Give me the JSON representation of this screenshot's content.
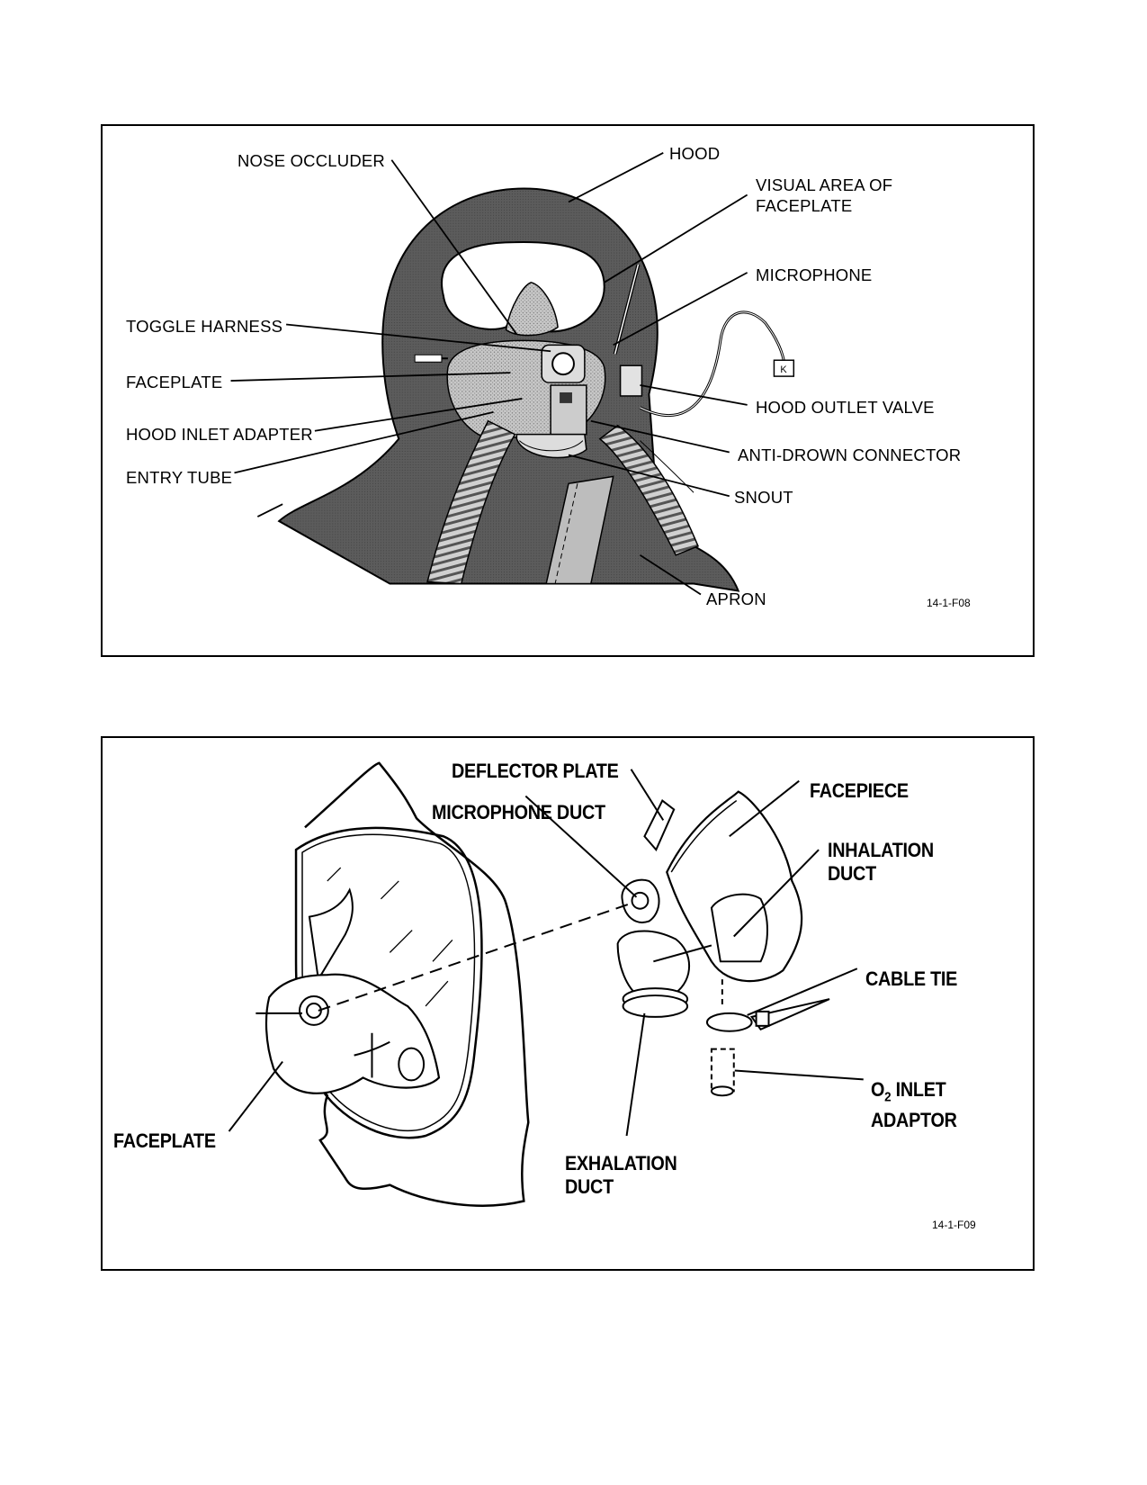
{
  "figure1": {
    "labels": {
      "nose_occluder": "NOSE OCCLUDER",
      "hood": "HOOD",
      "visual_area_line1": "VISUAL AREA OF",
      "visual_area_line2": "FACEPLATE",
      "microphone": "MICROPHONE",
      "toggle_harness": "TOGGLE HARNESS",
      "faceplate": "FACEPLATE",
      "hood_outlet_valve": "HOOD OUTLET VALVE",
      "hood_inlet_adapter": "HOOD INLET ADAPTER",
      "anti_drown_connector": "ANTI-DROWN CONNECTOR",
      "entry_tube": "ENTRY TUBE",
      "snout": "SNOUT",
      "apron": "APRON"
    },
    "figure_id": "14-1-F08"
  },
  "figure2": {
    "labels": {
      "deflector_plate": "DEFLECTOR PLATE",
      "microphone_duct": "MICROPHONE DUCT",
      "facepiece": "FACEPIECE",
      "inhalation_line1": "INHALATION",
      "inhalation_line2": "DUCT",
      "cable_tie": "CABLE TIE",
      "o2_prefix": "O",
      "o2_sub": "2",
      "o2_line1_rest": " INLET",
      "o2_line2": "ADAPTOR",
      "faceplate": "FACEPLATE",
      "exhalation_line1": "EXHALATION",
      "exhalation_line2": "DUCT"
    },
    "figure_id": "14-1-F09"
  },
  "colors": {
    "hood": "#5a5a5a",
    "shade": "#b8b8b8",
    "line": "#000000"
  }
}
